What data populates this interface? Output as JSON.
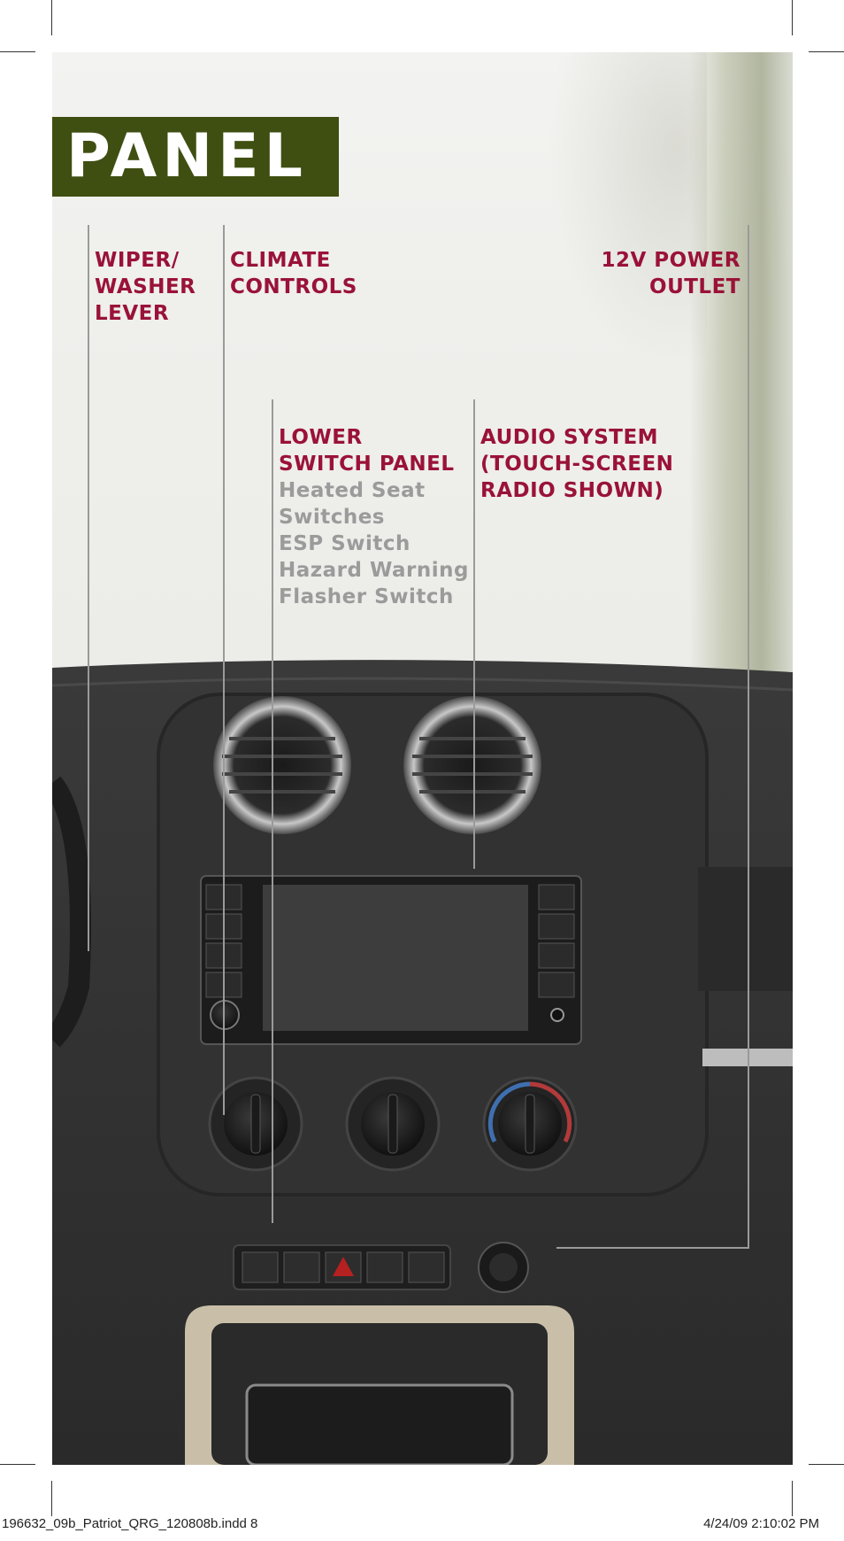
{
  "title": "PANEL",
  "labels": {
    "wiper": [
      "WIPER/",
      "WASHER",
      "LEVER"
    ],
    "climate": [
      "CLIMATE",
      "CONTROLS"
    ],
    "power": [
      "12V POWER",
      "OUTLET"
    ],
    "lower": [
      "LOWER",
      "SWITCH PANEL"
    ],
    "lower_items": [
      "Heated Seat",
      "Switches",
      "ESP Switch",
      "Hazard Warning",
      "Flasher Switch"
    ],
    "audio": [
      "AUDIO SYSTEM",
      "(TOUCH-SCREEN",
      "RADIO SHOWN)"
    ]
  },
  "footer": {
    "file": "196632_09b_Patriot_QRG_120808b.indd   8",
    "date": "4/24/09   2:10:02 PM"
  },
  "colors": {
    "title_bg": "#3f4f12",
    "label": "#9a1238",
    "sub_label": "#9b9b9b"
  }
}
